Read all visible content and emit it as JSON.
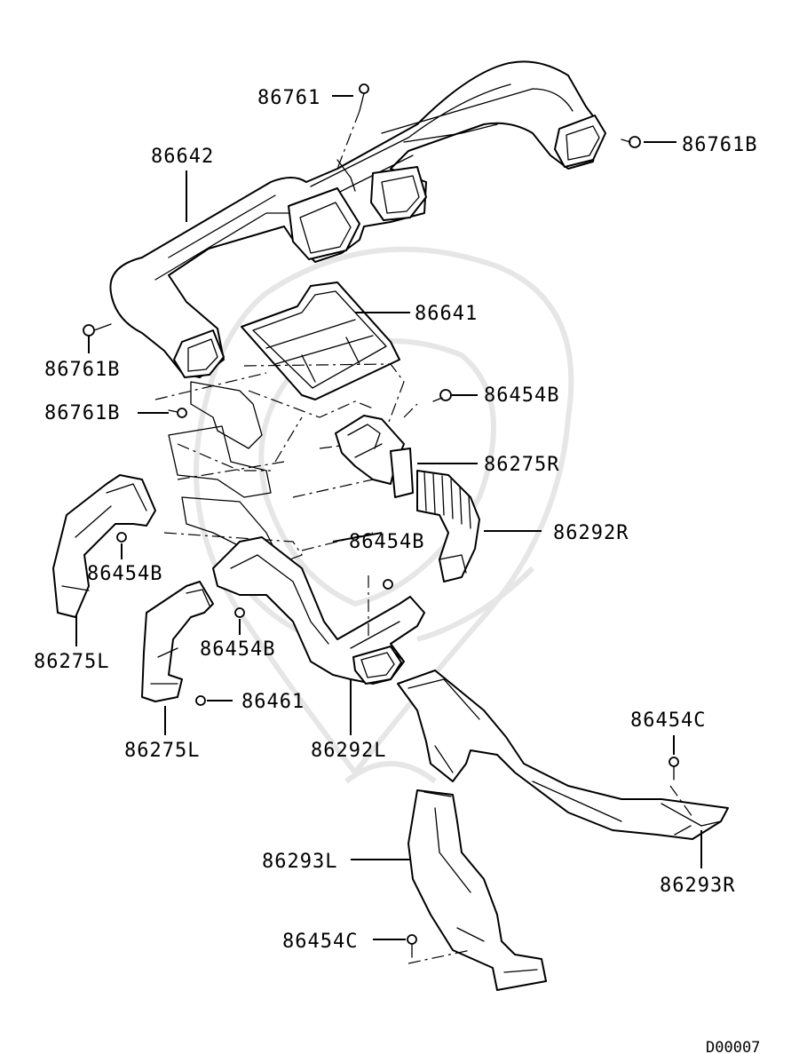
{
  "labels": {
    "p86761_top": "86761",
    "p86761B_right": "86761B",
    "p86642": "86642",
    "p86641": "86641",
    "p86761B_left1": "86761B",
    "p86761B_left2": "86761B",
    "p86454B_right": "86454B",
    "p86275R": "86275R",
    "p86292R": "86292R",
    "p86454B_center": "86454B",
    "p86454B_left": "86454B",
    "p86275L_1": "86275L",
    "p86454B_lower": "86454B",
    "p86461": "86461",
    "p86275L_2": "86275L",
    "p86292L": "86292L",
    "p86454C_right": "86454C",
    "p86293R": "86293R",
    "p86293L": "86293L",
    "p86454C_bottom": "86454C"
  },
  "diagram_code": "D00007"
}
